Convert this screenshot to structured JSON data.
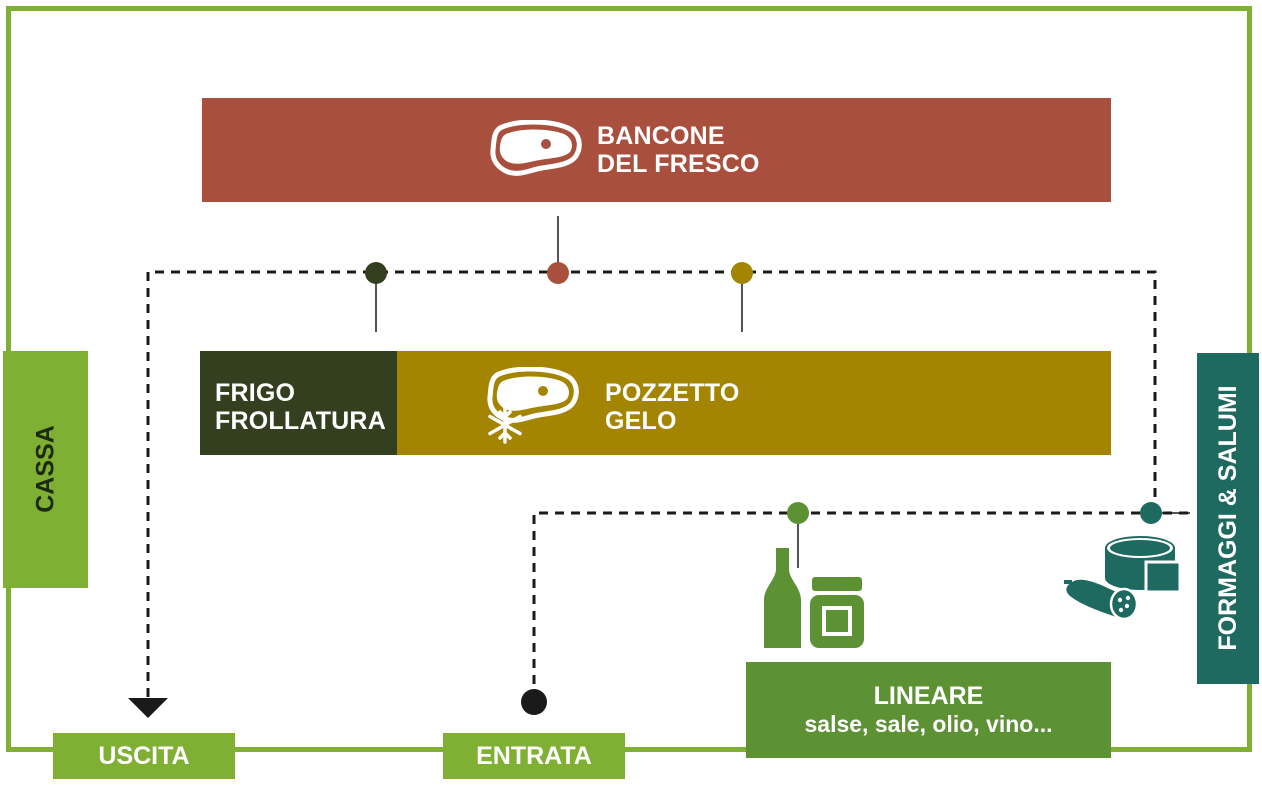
{
  "zones": {
    "bancone": {
      "line1": "BANCONE",
      "line2": "DEL FRESCO",
      "color": "#a94f3e",
      "icon": "steak-icon"
    },
    "frigo": {
      "line1": "FRIGO",
      "line2": "FROLLATURA",
      "color": "#343f20"
    },
    "pozzetto": {
      "line1": "POZZETTO",
      "line2": "GELO",
      "color": "#a38501",
      "icon": "frozen-meat-icon"
    },
    "cassa": {
      "label": "CASSA",
      "color": "#7fb033"
    },
    "formaggi": {
      "label": "FORMAGGI & SALUMI",
      "color": "#1f6a60",
      "icon": "cheese-salami-icon"
    },
    "lineare": {
      "title": "LINEARE",
      "subtitle": "salse, sale, olio, vino...",
      "color": "#5d9234",
      "icon": "bottle-jar-icon"
    }
  },
  "exits": {
    "uscita": "USCITA",
    "entrata": "ENTRATA"
  },
  "colors": {
    "frame": "#7fb033",
    "path": "#1a1a1a"
  }
}
